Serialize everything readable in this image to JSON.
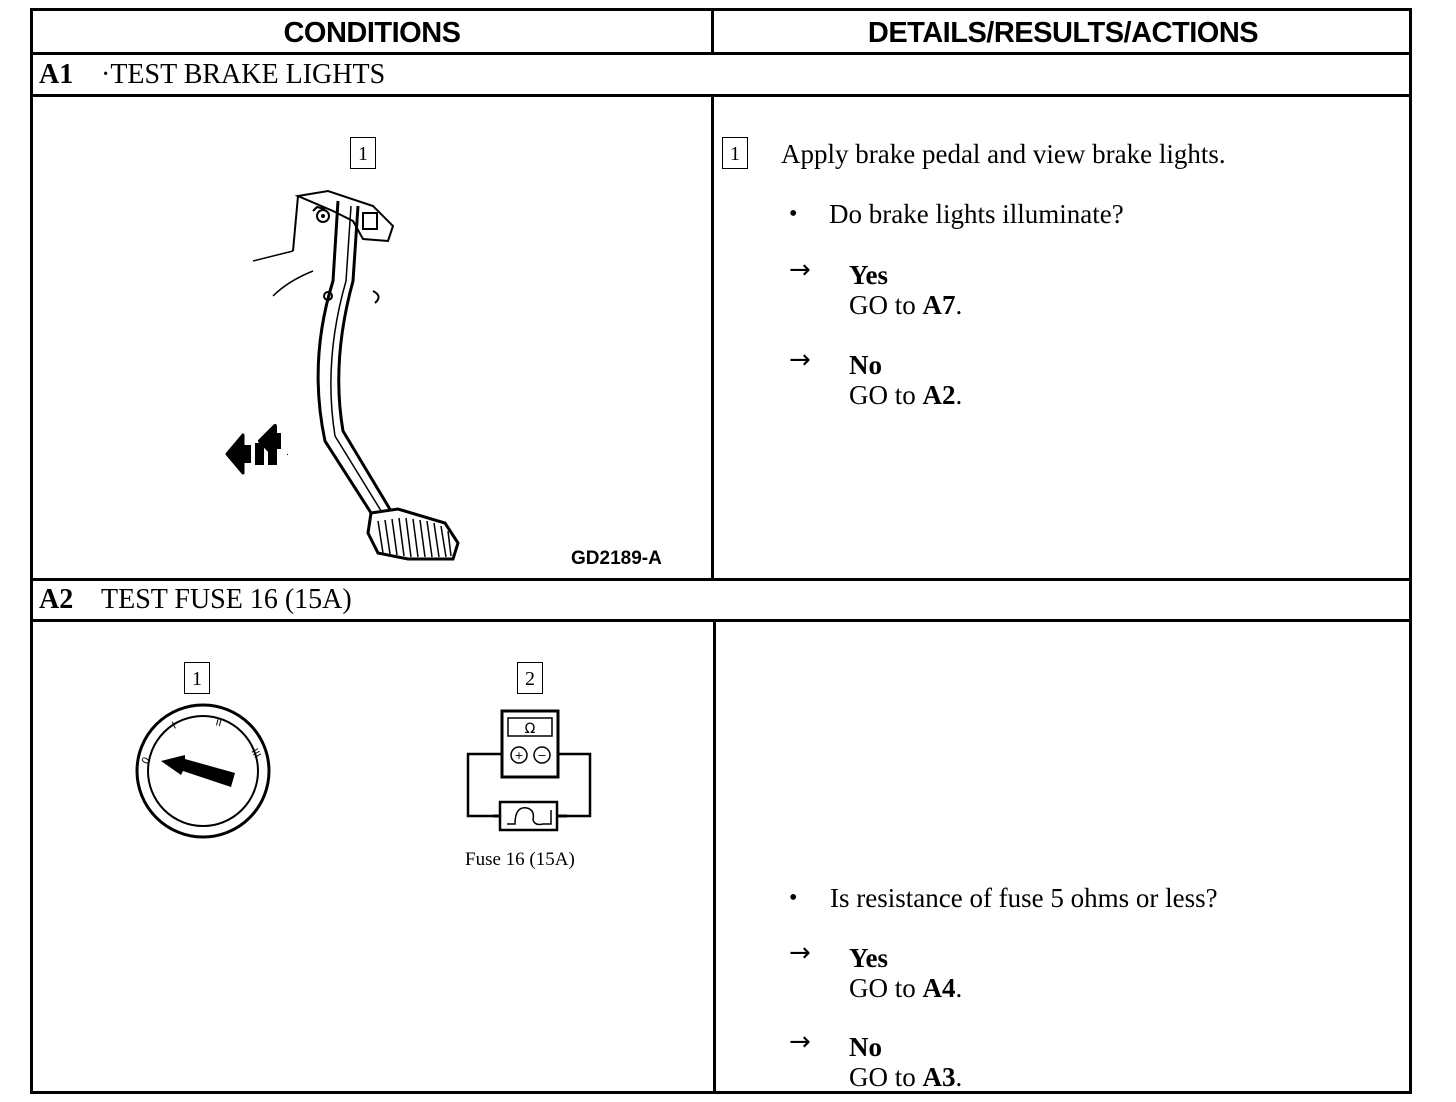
{
  "headers": {
    "conditions": "CONDITIONS",
    "details": "DETAILS/RESULTS/ACTIONS"
  },
  "steps": [
    {
      "id": "A1",
      "title": "·TEST BRAKE LIGHTS",
      "figure": {
        "callout": "1",
        "code": "GD2189-A"
      },
      "details": {
        "instruction_num": "1",
        "instruction": "Apply brake pedal and view brake lights.",
        "question": "Do brake lights illuminate?",
        "answers": [
          {
            "label": "Yes",
            "action": "GO to ",
            "target": "A7",
            "end": "."
          },
          {
            "label": "No",
            "action": "GO to ",
            "target": "A2",
            "end": "."
          }
        ]
      }
    },
    {
      "id": "A2",
      "title": "TEST FUSE 16 (15A)",
      "figure": {
        "callout_1": "1",
        "callout_2": "2",
        "ohm_symbol": "Ω",
        "plus": "+",
        "minus": "−",
        "fuse_caption": "Fuse 16 (15A)",
        "switch_marks": [
          "0",
          "I",
          "II",
          "III"
        ]
      },
      "details": {
        "question": "Is resistance of fuse 5 ohms or less?",
        "answers": [
          {
            "label": "Yes",
            "action": "GO to ",
            "target": "A4",
            "end": "."
          },
          {
            "label": "No",
            "action": "GO to ",
            "target": "A3",
            "end": "."
          }
        ]
      }
    }
  ],
  "icons": {
    "bullet": "•",
    "arrow": "→"
  }
}
